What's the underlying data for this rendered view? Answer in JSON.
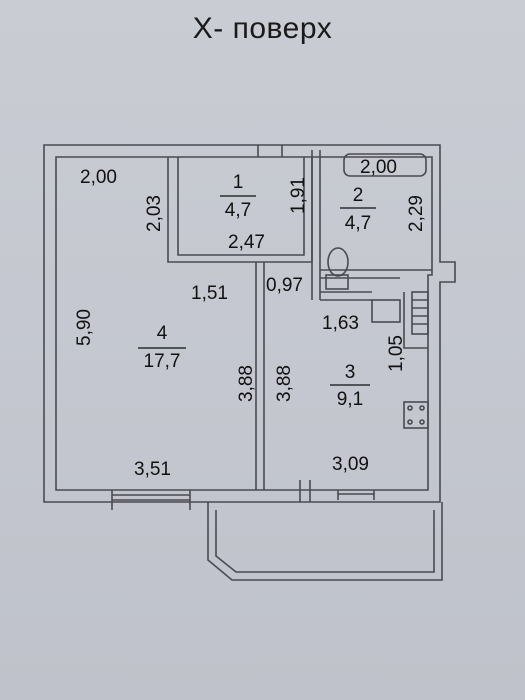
{
  "title": "Х- поверх",
  "rooms": [
    {
      "number": "1",
      "area": "4,7"
    },
    {
      "number": "2",
      "area": "4,7"
    },
    {
      "number": "3",
      "area": "9,1"
    },
    {
      "number": "4",
      "area": "17,7"
    }
  ],
  "dimensions": {
    "d_2_00_left": "2,00",
    "d_2_03": "2,03",
    "d_1_91": "1,91",
    "d_2_00_bath": "2,00",
    "d_2_29": "2,29",
    "d_2_47": "2,47",
    "d_1_51": "1,51",
    "d_0_97": "0,97",
    "d_5_90": "5,90",
    "d_1_63": "1,63",
    "d_1_05": "1,05",
    "d_3_88_a": "3,88",
    "d_3_88_b": "3,88",
    "d_3_51": "3,51",
    "d_3_09": "3,09"
  },
  "colors": {
    "paper": "#c6c9d0",
    "line": "#4a4a52"
  }
}
